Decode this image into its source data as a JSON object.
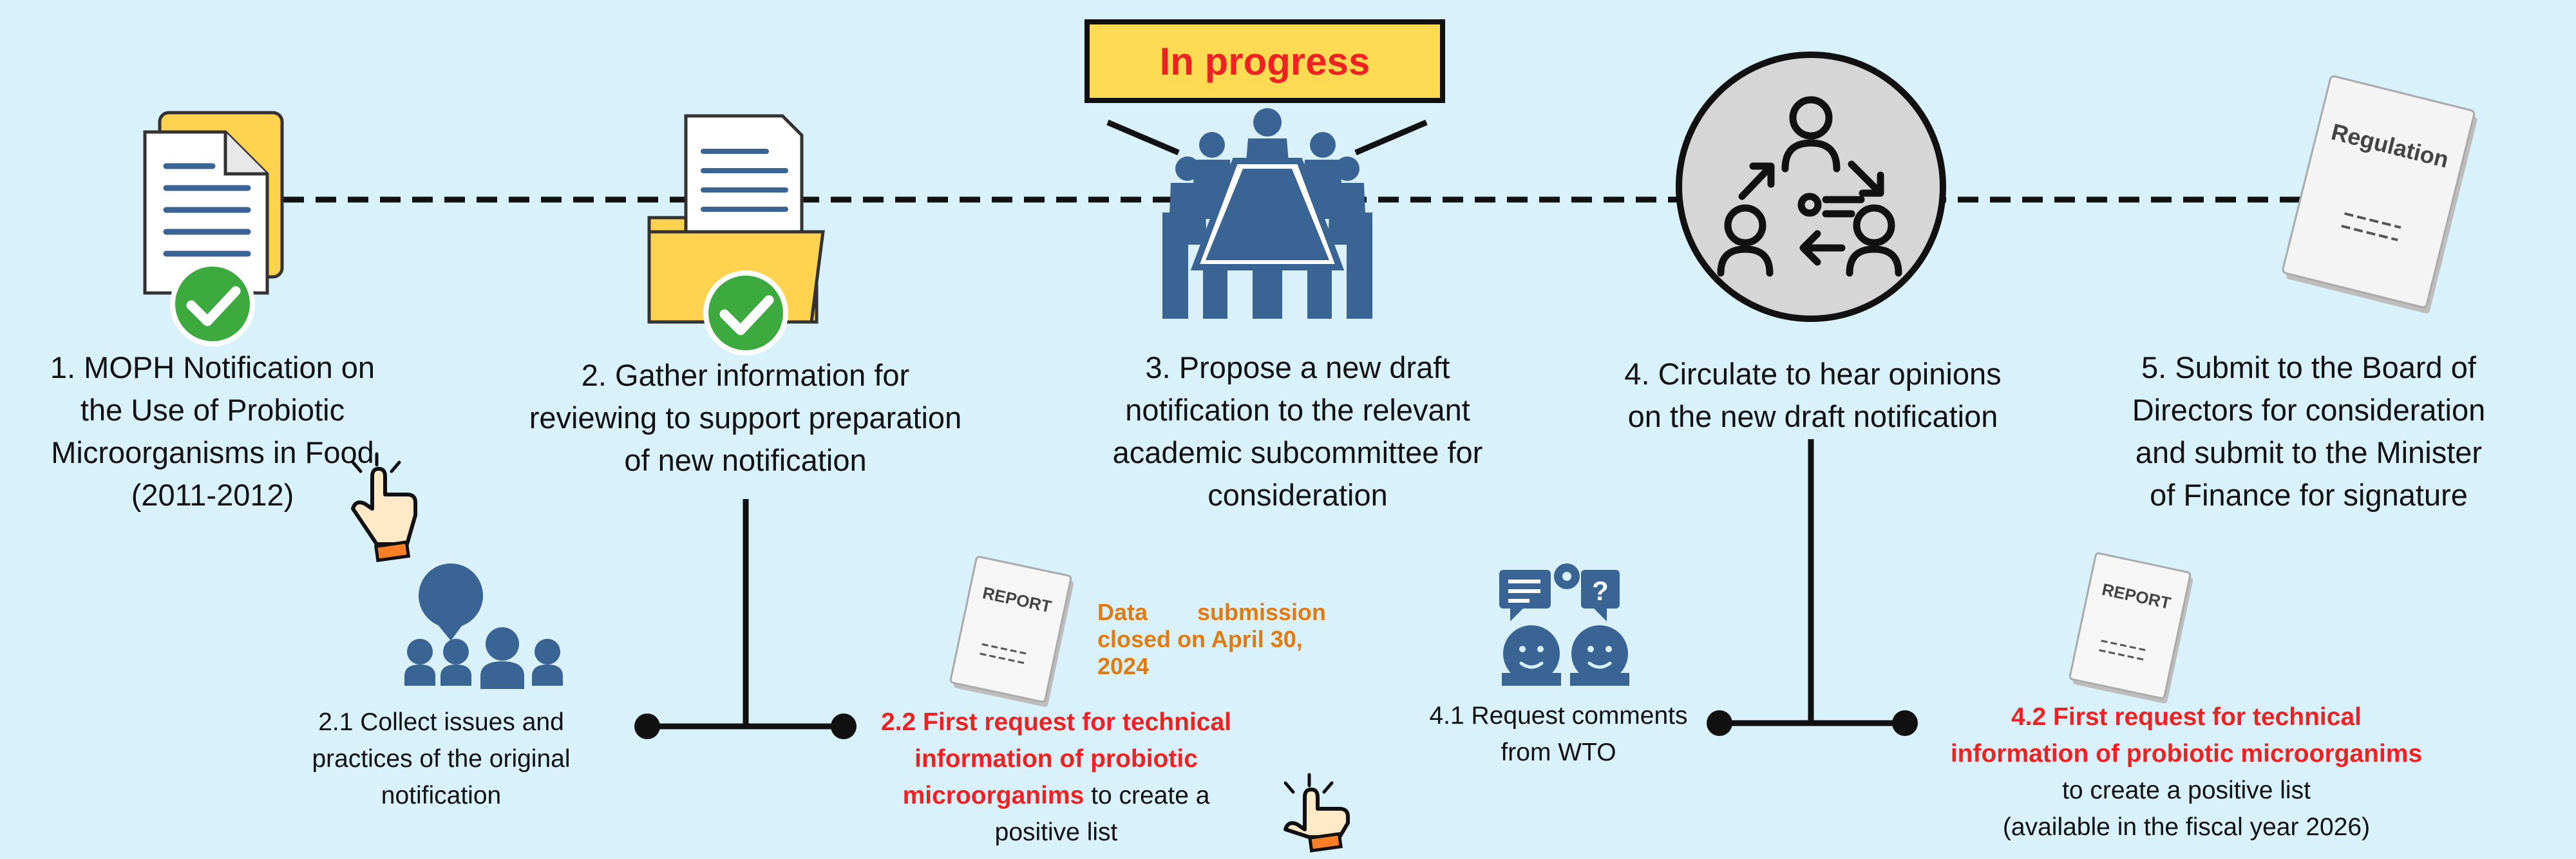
{
  "banner": {
    "label": "In progress"
  },
  "steps": [
    {
      "lines": [
        "1. MOPH Notification on",
        "the Use of Probiotic",
        "Microorganisms in Food",
        "(2011-2012)"
      ]
    },
    {
      "lines": [
        "2. Gather information for",
        "reviewing to support preparation",
        "of new notification"
      ]
    },
    {
      "lines": [
        "3. Propose a new draft",
        "notification to the relevant",
        "academic subcommittee for",
        "consideration"
      ]
    },
    {
      "lines": [
        "4. Circulate to hear opinions",
        "on the new draft notification"
      ]
    },
    {
      "lines": [
        "5. Submit to the Board of",
        "Directors for consideration",
        "and submit to the Minister",
        "of Finance for signature"
      ]
    }
  ],
  "substeps": {
    "s2_1": {
      "lines": [
        "2.1 Collect issues and",
        "practices of the original",
        "notification"
      ]
    },
    "s2_2": {
      "title_lines": [
        "2.2 First request for technical",
        "information of probiotic",
        "microorganims"
      ],
      "suffix": " to create a",
      "last_line": "positive list",
      "status_lines": [
        "Data submission",
        "closed on April 30,",
        "2024"
      ]
    },
    "s4_1": {
      "lines": [
        "4.1 Request comments",
        "from WTO"
      ]
    },
    "s4_2": {
      "title_lines": [
        "4.2 First request for technical",
        "information of probiotic microorganims"
      ],
      "lines": [
        "to create a positive list",
        "(available in the fiscal year 2026)"
      ]
    }
  },
  "report_labels": {
    "report": "REPORT",
    "regulation": "Regulation"
  },
  "colors": {
    "background": "#d8f1fa",
    "icon_blue": "#3a6493",
    "folder_yellow": "#ffd24f",
    "check_green": "#3daa3f",
    "red": "#ee2222",
    "orange": "#e07b12",
    "banner_yellow": "#ffdb54"
  },
  "icons": [
    "document-stack-icon",
    "folder-documents-icon",
    "meeting-table-icon",
    "circulate-opinions-icon",
    "regulation-document-icon",
    "checkmark-icon",
    "people-discussion-icon",
    "report-icon",
    "wto-comments-icon",
    "pointer-hand-icon"
  ]
}
